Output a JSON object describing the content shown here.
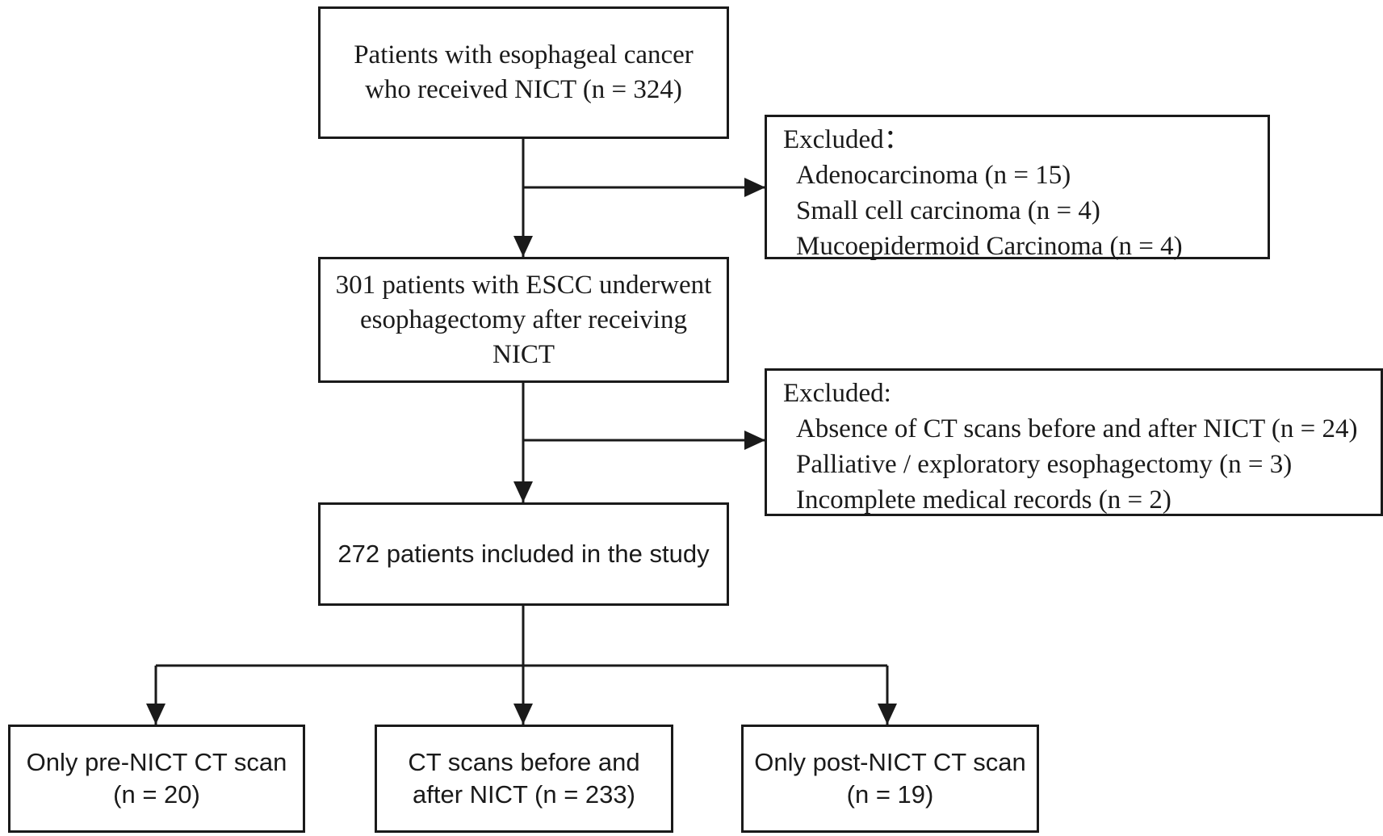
{
  "boxes": {
    "start": {
      "lines": [
        "Patients with esophageal cancer",
        "who received NICT (n = 324)"
      ]
    },
    "escc": {
      "lines": [
        "301 patients with ESCC underwent",
        "esophagectomy after receiving",
        "NICT"
      ]
    },
    "included": {
      "lines": [
        "272 patients included in the study"
      ]
    },
    "pre_only": {
      "lines": [
        "Only pre-NICT CT scan",
        "(n = 20)"
      ]
    },
    "both": {
      "lines": [
        "CT scans before and",
        "after NICT (n = 233)"
      ]
    },
    "post_only": {
      "lines": [
        "Only post-NICT CT scan",
        "(n = 19)"
      ]
    }
  },
  "exclusions": {
    "first": {
      "heading": "Excluded：",
      "items": [
        "Adenocarcinoma (n = 15)",
        "Small cell carcinoma (n = 4)",
        "Mucoepidermoid Carcinoma (n = 4)"
      ]
    },
    "second": {
      "heading": "Excluded:",
      "items": [
        "Absence of CT scans before and after NICT (n = 24)",
        "Palliative / exploratory esophagectomy (n = 3)",
        "Incomplete medical records (n = 2)"
      ]
    }
  }
}
